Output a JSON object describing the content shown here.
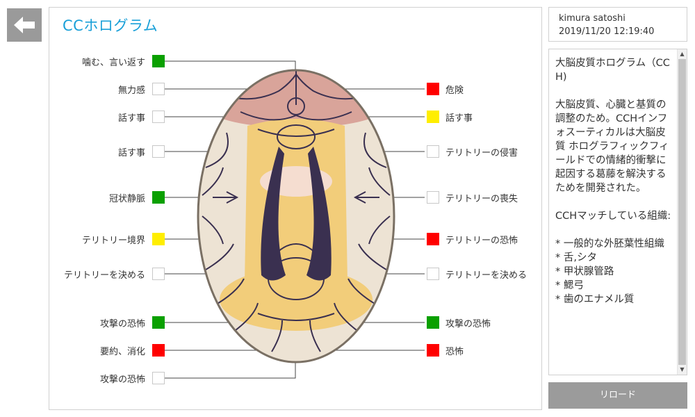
{
  "header": {
    "title": "CCホログラム"
  },
  "user": {
    "name": "kimura satoshi",
    "datetime": "2019/11/20 12:19:40"
  },
  "left_items": [
    {
      "label": "噛む、言い返す",
      "status": "green"
    },
    {
      "label": "無力感",
      "status": "none"
    },
    {
      "label": "話す事",
      "status": "none"
    },
    {
      "label": "話す事",
      "status": "none"
    },
    {
      "label": "冠状静脈",
      "status": "green"
    },
    {
      "label": "テリトリー境界",
      "status": "yellow"
    },
    {
      "label": "テリトリーを決める",
      "status": "none"
    },
    {
      "label": "攻撃の恐怖",
      "status": "green"
    },
    {
      "label": "要約、消化",
      "status": "red"
    },
    {
      "label": "攻撃の恐怖",
      "status": "none"
    }
  ],
  "right_items": [
    {
      "label": "危険",
      "status": "red"
    },
    {
      "label": "話す事",
      "status": "yellow"
    },
    {
      "label": "テリトリーの侵害",
      "status": "none"
    },
    {
      "label": "テリトリーの喪失",
      "status": "none"
    },
    {
      "label": "テリトリーの恐怖",
      "status": "red"
    },
    {
      "label": "テリトリーを決める",
      "status": "none"
    },
    {
      "label": "攻撃の恐怖",
      "status": "green"
    },
    {
      "label": "恐怖",
      "status": "red"
    }
  ],
  "description": {
    "text": "大脳皮質ホログラム（CCH)\n\n大脳皮質、心臓と基質の調整のため。CCHインフォスーティカルは大脳皮質 ホログラフィックフィールドでの情緒的衝撃に起因する葛藤を解決するためを開発された。\n\nCCHマッチしている組織:\n\n* 一般的な外胚葉性組織\n* 舌,シタ\n* 甲状腺管路\n* 鰓弓\n* 歯のエナメル質"
  },
  "buttons": {
    "reload": "リロード"
  },
  "icons": {
    "back": "arrow-left-icon",
    "scroll_up": "scroll-up-icon",
    "scroll_down": "scroll-down-icon"
  },
  "colors": {
    "accent": "#1aa0d8",
    "green": "#0aa000",
    "red": "#ff0000",
    "yellow": "#ffee00"
  }
}
